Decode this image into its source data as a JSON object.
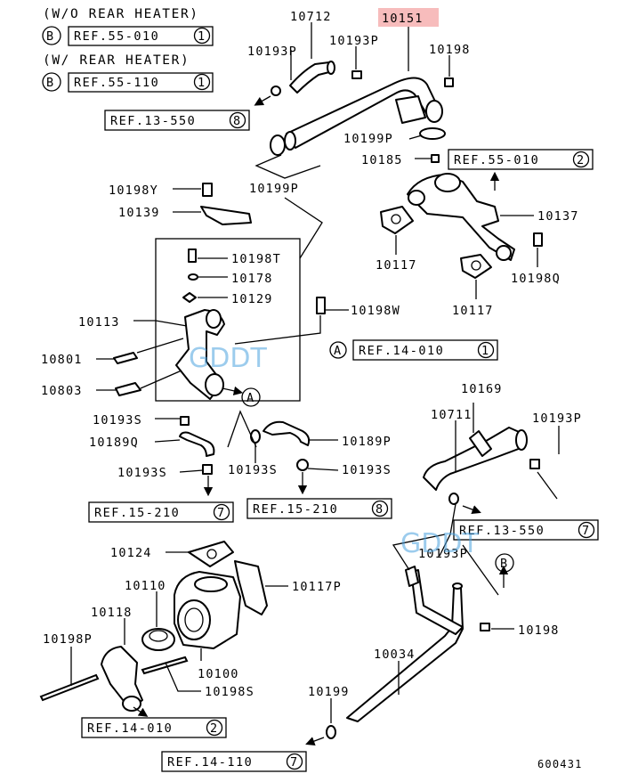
{
  "diagram": {
    "header": {
      "line1": "(W/O REAR HEATER)",
      "ref1_circle": "B",
      "ref1_text": "REF.55-010",
      "ref1_num": "1",
      "line2": "(W/ REAR HEATER)",
      "ref2_circle": "B",
      "ref2_text": "REF.55-110",
      "ref2_num": "1"
    },
    "highlight_part": "10151",
    "highlight_color": "#f7bcbc",
    "labels": {
      "p10712": "10712",
      "p10193P_a": "10193P",
      "p10193P_b": "10193P",
      "p10198_a": "10198",
      "p10199P_a": "10199P",
      "p10185": "10185",
      "p10199P_b": "10199P",
      "p10198Y": "10198Y",
      "p10139": "10139",
      "p10137": "10137",
      "p10198T": "10198T",
      "p10178": "10178",
      "p10117_a": "10117",
      "p10198Q": "10198Q",
      "p10129": "10129",
      "p10117_b": "10117",
      "p10113": "10113",
      "p10198W": "10198W",
      "p10801": "10801",
      "p10803": "10803",
      "p10169": "10169",
      "p10711": "10711",
      "p10193P_c": "10193P",
      "p10193S_a": "10193S",
      "p10189Q": "10189Q",
      "p10189P": "10189P",
      "p10193S_b": "10193S",
      "p10193S_c": "10193S",
      "p10193S_d": "10193S",
      "p10193P_d": "10193P",
      "p10124": "10124",
      "p10110": "10110",
      "p10117P": "10117P",
      "p10118": "10118",
      "p10198P": "10198P",
      "p10100": "10100",
      "p10198_b": "10198",
      "p10198S": "10198S",
      "p10034": "10034",
      "p10199": "10199"
    },
    "refs": {
      "r13_550_top": {
        "text": "REF.13-550",
        "num": "8"
      },
      "r55_010": {
        "text": "REF.55-010",
        "num": "2"
      },
      "r14_010_mid": {
        "circle": "A",
        "text": "REF.14-010",
        "num": "1"
      },
      "r15_210_left": {
        "text": "REF.15-210",
        "num": "7"
      },
      "r15_210_mid": {
        "text": "REF.15-210",
        "num": "8"
      },
      "r13_550_right": {
        "text": "REF.13-550",
        "num": "7"
      },
      "r14_010_bot": {
        "text": "REF.14-010",
        "num": "2"
      },
      "r14_110_bot": {
        "text": "REF.14-110",
        "num": "7"
      }
    },
    "callouts": {
      "arrow_A": "A",
      "arrow_B": "B"
    },
    "watermark": "GDDT",
    "figure_code": "600431"
  }
}
